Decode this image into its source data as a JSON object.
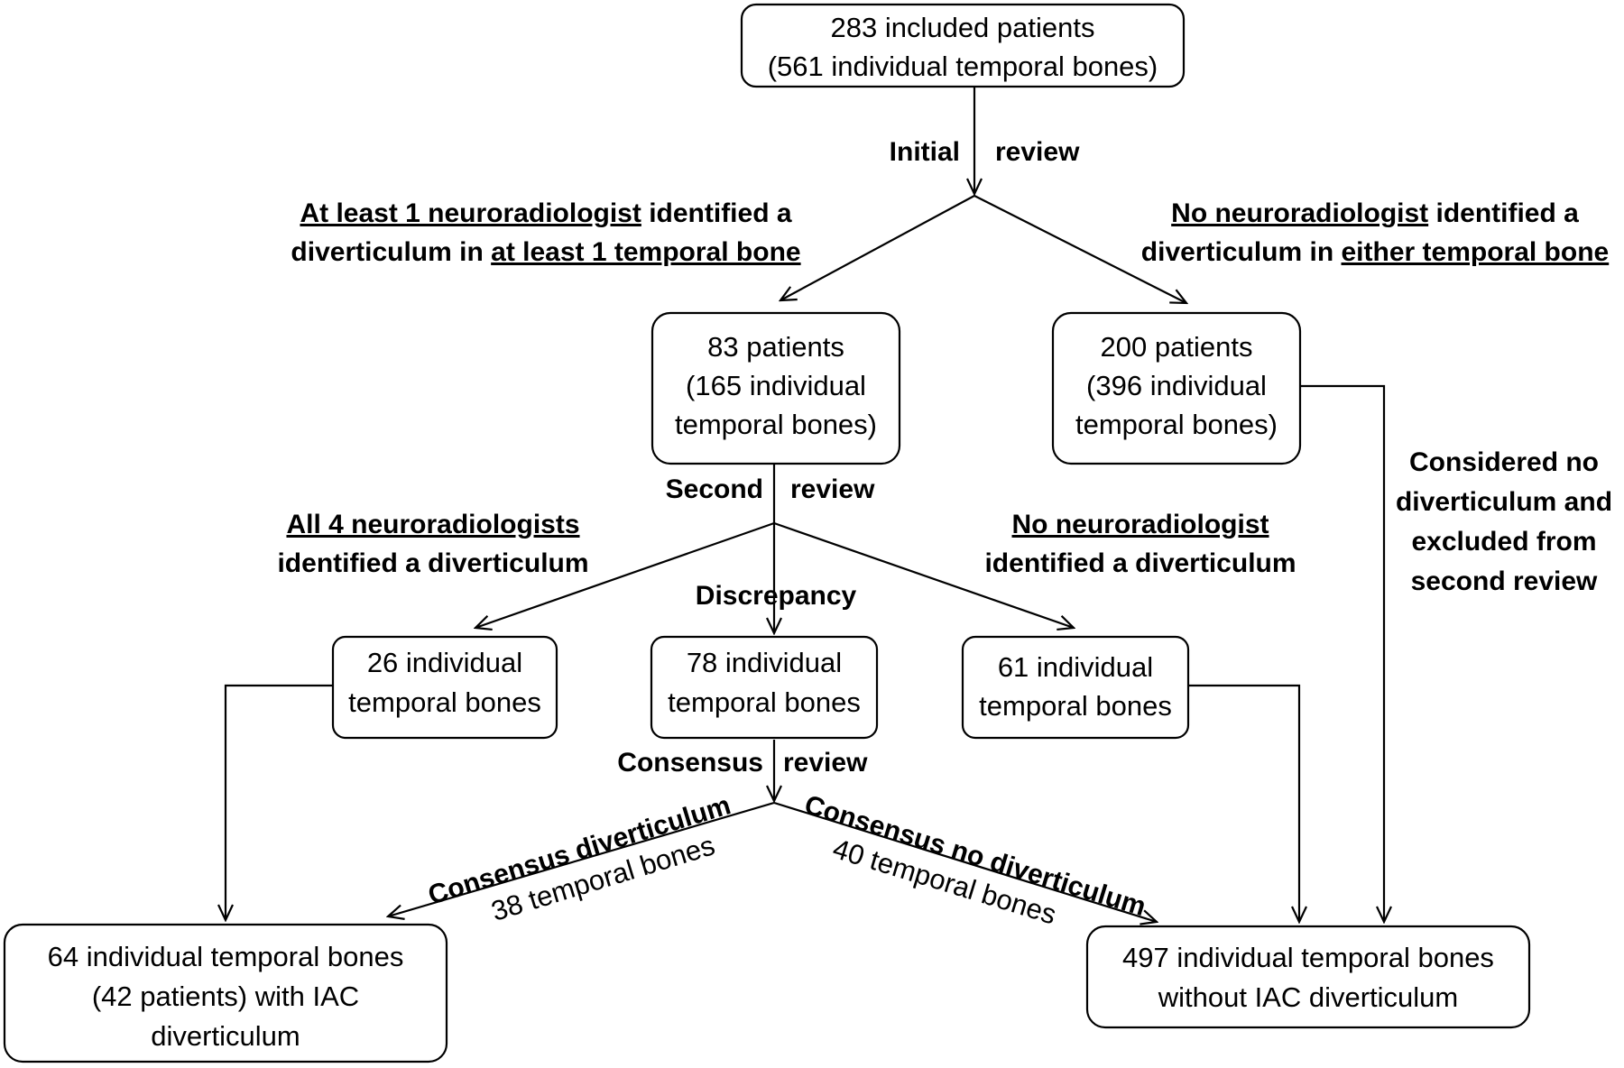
{
  "boxes": {
    "included": [
      "283 included patients",
      "(561 individual temporal bones)"
    ],
    "left83": [
      "83 patients",
      "(165 individual",
      "temporal bones)"
    ],
    "right200": [
      "200 patients",
      "(396 individual",
      "temporal bones)"
    ],
    "b26": [
      "26 individual",
      "temporal bones"
    ],
    "b78": [
      "78 individual",
      "temporal bones"
    ],
    "b61": [
      "61 individual",
      "temporal bones"
    ],
    "with_iac": [
      "64 individual temporal bones",
      "(42 patients) with IAC",
      "diverticulum"
    ],
    "without_iac": [
      "497 individual temporal bones",
      "without IAC diverticulum"
    ]
  },
  "labels": {
    "initial_a": "Initial",
    "initial_b": "review",
    "second_a": "Second",
    "second_b": "review",
    "consensus_a": "Consensus",
    "consensus_b": "review",
    "discrepancy": "Discrepancy",
    "atleast_line1_ul": "At least 1 neuroradiologist",
    "atleast_line1_rest": " identified a",
    "atleast_line2_pre": "diverticulum in ",
    "atleast_line2_ul": "at least 1 temporal bone",
    "noneuro1_line1_ul": "No neuroradiologist",
    "noneuro1_line1_rest": " identified a",
    "noneuro1_line2_pre": "diverticulum in ",
    "noneuro1_line2_ul": "either temporal bone",
    "all4_line1_ul": "All 4 neuroradiologists",
    "all4_line2": "identified a diverticulum",
    "noneuro2_line1_ul": "No neuroradiologist",
    "noneuro2_line2": "identified a diverticulum",
    "considered": [
      "Considered no",
      "diverticulum and",
      "excluded from",
      "second review"
    ],
    "consensus_div_title": "Consensus diverticulum",
    "consensus_div_count": "38 temporal bones",
    "consensus_nodiv_title": "Consensus no diverticulum",
    "consensus_nodiv_count": "40 temporal bones"
  }
}
